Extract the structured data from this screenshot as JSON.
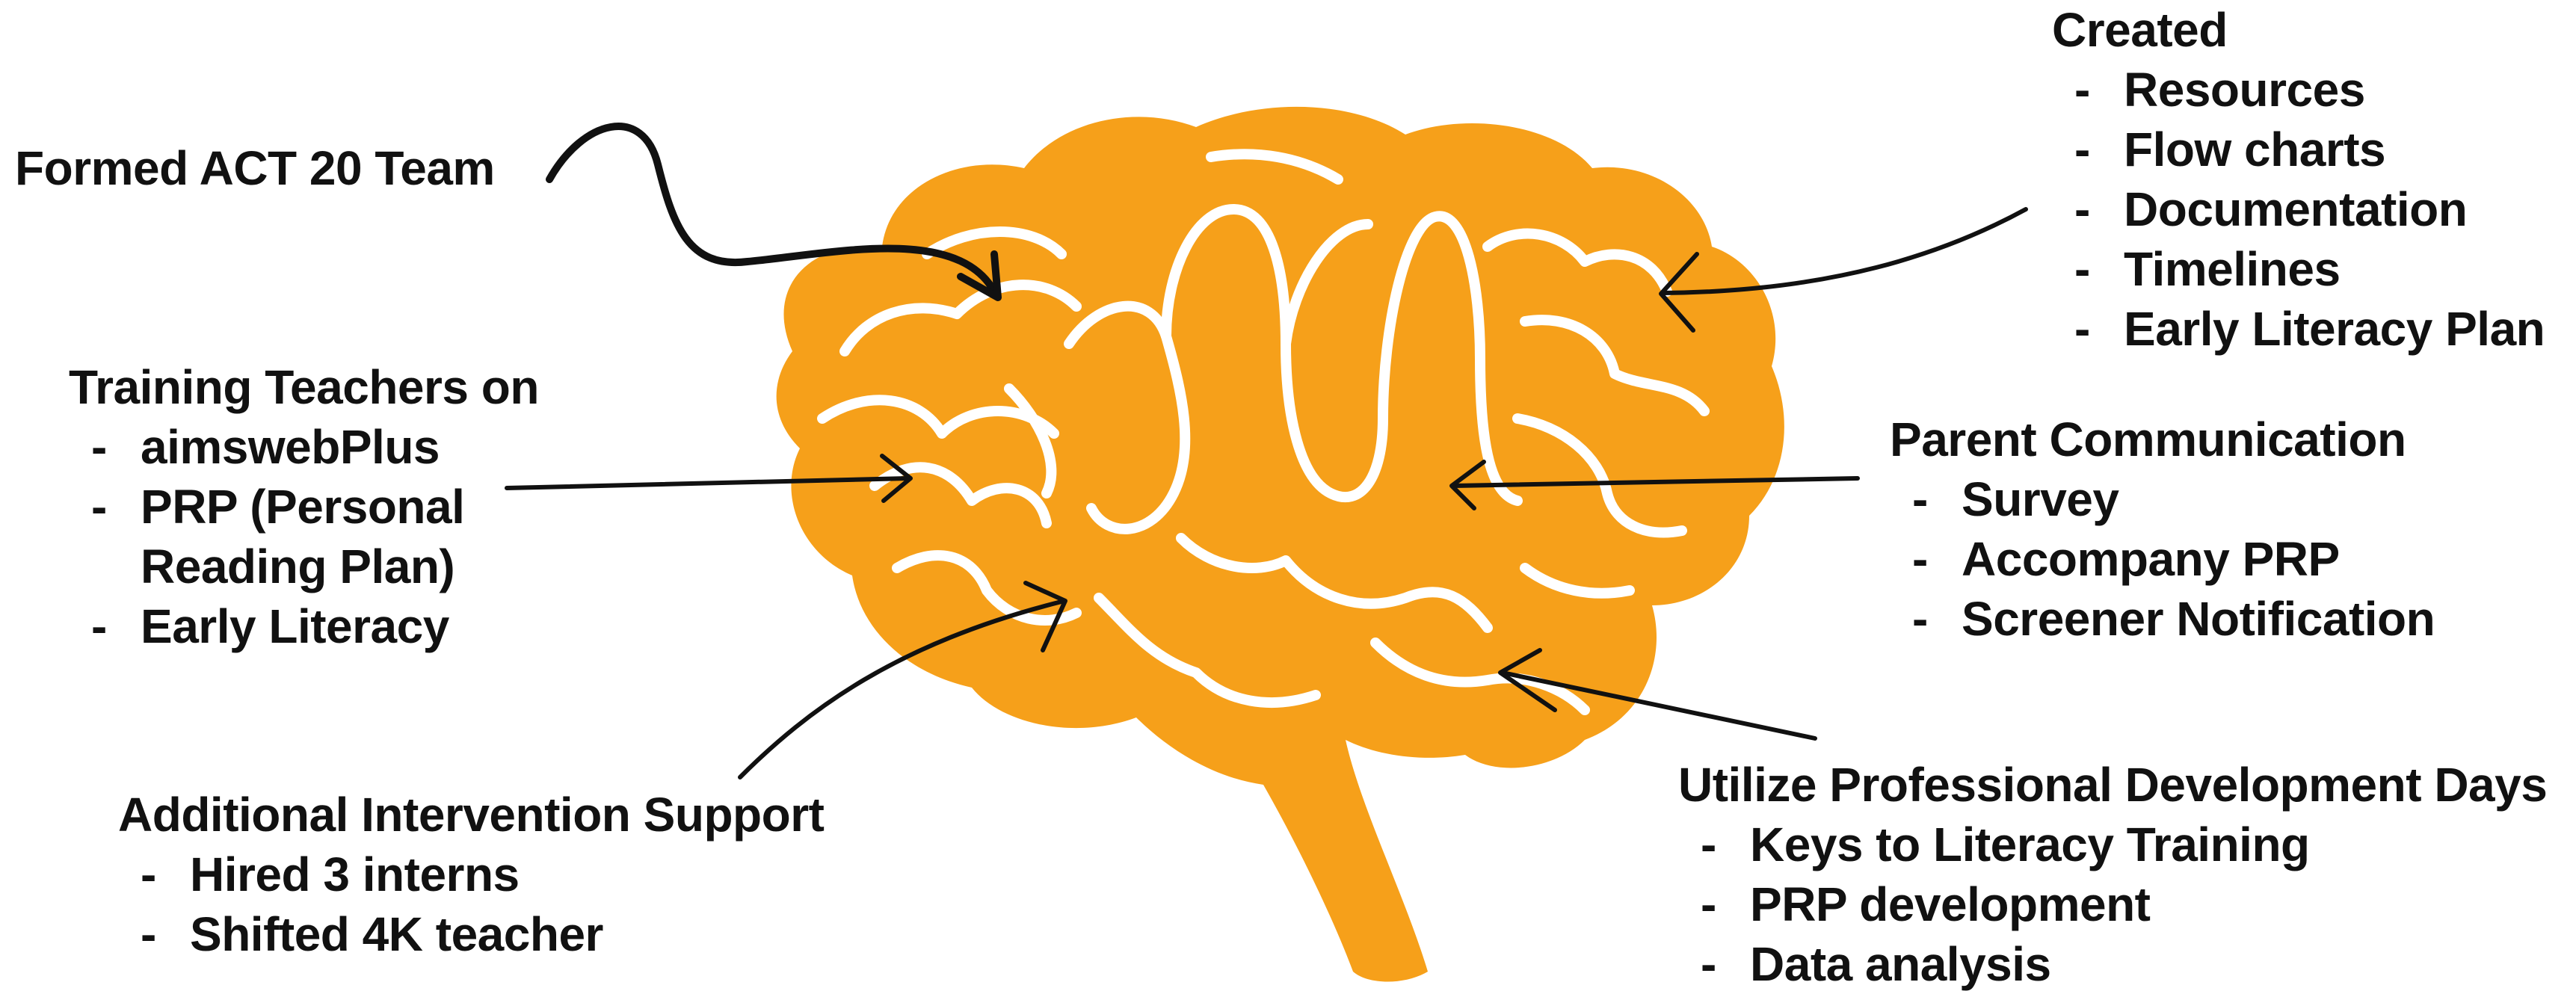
{
  "colors": {
    "brain_fill": "#F6A01A",
    "brain_folds": "#FFFFFF",
    "arrows": "#111111",
    "text": "#111111",
    "background": "#FFFFFF"
  },
  "icons": {
    "brain": "brain-icon"
  },
  "labels": {
    "formed_team": {
      "heading": "Formed ACT 20 Team",
      "items": []
    },
    "training": {
      "heading": "Training Teachers on",
      "items": [
        "aimswebPlus",
        "PRP (Personal",
        "Reading Plan)",
        "Early Literacy"
      ]
    },
    "intervention": {
      "heading": "Additional Intervention Support",
      "items": [
        "Hired 3 interns",
        "Shifted 4K teacher"
      ]
    },
    "created": {
      "heading": "Created",
      "items": [
        "Resources",
        "Flow charts",
        "Documentation",
        "Timelines",
        "Early Literacy Plan"
      ]
    },
    "parent_comm": {
      "heading": "Parent Communication",
      "items": [
        "Survey",
        "Accompany PRP",
        "Screener Notification"
      ]
    },
    "pd_days": {
      "heading": "Utilize Professional Development Days",
      "items": [
        "Keys to Literacy Training",
        "PRP development",
        "Data analysis"
      ]
    }
  }
}
